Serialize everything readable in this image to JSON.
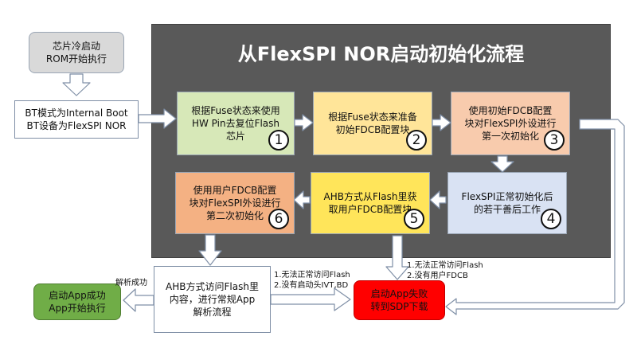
{
  "title": "从FlexSPI NOR启动初始化流程",
  "left": {
    "cold_boot": [
      "芯片冷启动",
      "ROM开始执行"
    ],
    "bt_mode": [
      "BT模式为Internal Boot",
      "BT设备为FlexSPI NOR"
    ]
  },
  "steps": [
    {
      "num": "1",
      "lines": [
        "根据Fuse状态来使用",
        "HW Pin去复位Flash",
        "芯片"
      ]
    },
    {
      "num": "2",
      "lines": [
        "根据Fuse状态来准备",
        "初始FDCB配置块"
      ]
    },
    {
      "num": "3",
      "lines": [
        "使用初始FDCB配置",
        "块对FlexSPI外设进行",
        "第一次初始化"
      ]
    },
    {
      "num": "4",
      "lines": [
        "FlexSPI正常初始化后",
        "的若干善后工作"
      ]
    },
    {
      "num": "5",
      "lines": [
        "AHB方式从Flash里获",
        "取用户FDCB配置块"
      ]
    },
    {
      "num": "6",
      "lines": [
        "使用用户FDCB配置",
        "块对FlexSPI外设进行",
        "第二次初始化"
      ]
    }
  ],
  "bottom": {
    "ahb_parse": [
      "AHB方式访问Flash里",
      "内容，进行常规App",
      "解析流程"
    ],
    "success": [
      "启动App成功",
      "App开始执行"
    ],
    "fail": [
      "启动App失败",
      "转到SDP下载"
    ],
    "parse_success_label": "解析成功",
    "note_left": [
      "1.无法正常访问Flash",
      "2.没有启动头IVT,BD"
    ],
    "note_right": [
      "1.无法正常访问Flash",
      "2.没有用户FDCB"
    ]
  },
  "colors": {
    "panel": "#595959",
    "step1": "#d7e8b8",
    "step2": "#ffe599",
    "step3": "#f8cbad",
    "step4": "#d9e2f3",
    "step5": "#ffe55a",
    "step6": "#f4b183",
    "gray_box": "#d9d9d9",
    "success": "#70ad47",
    "fail": "#ff0000",
    "arrow_fill": "#ffffff",
    "arrow_stroke": "#7f8fa6"
  }
}
